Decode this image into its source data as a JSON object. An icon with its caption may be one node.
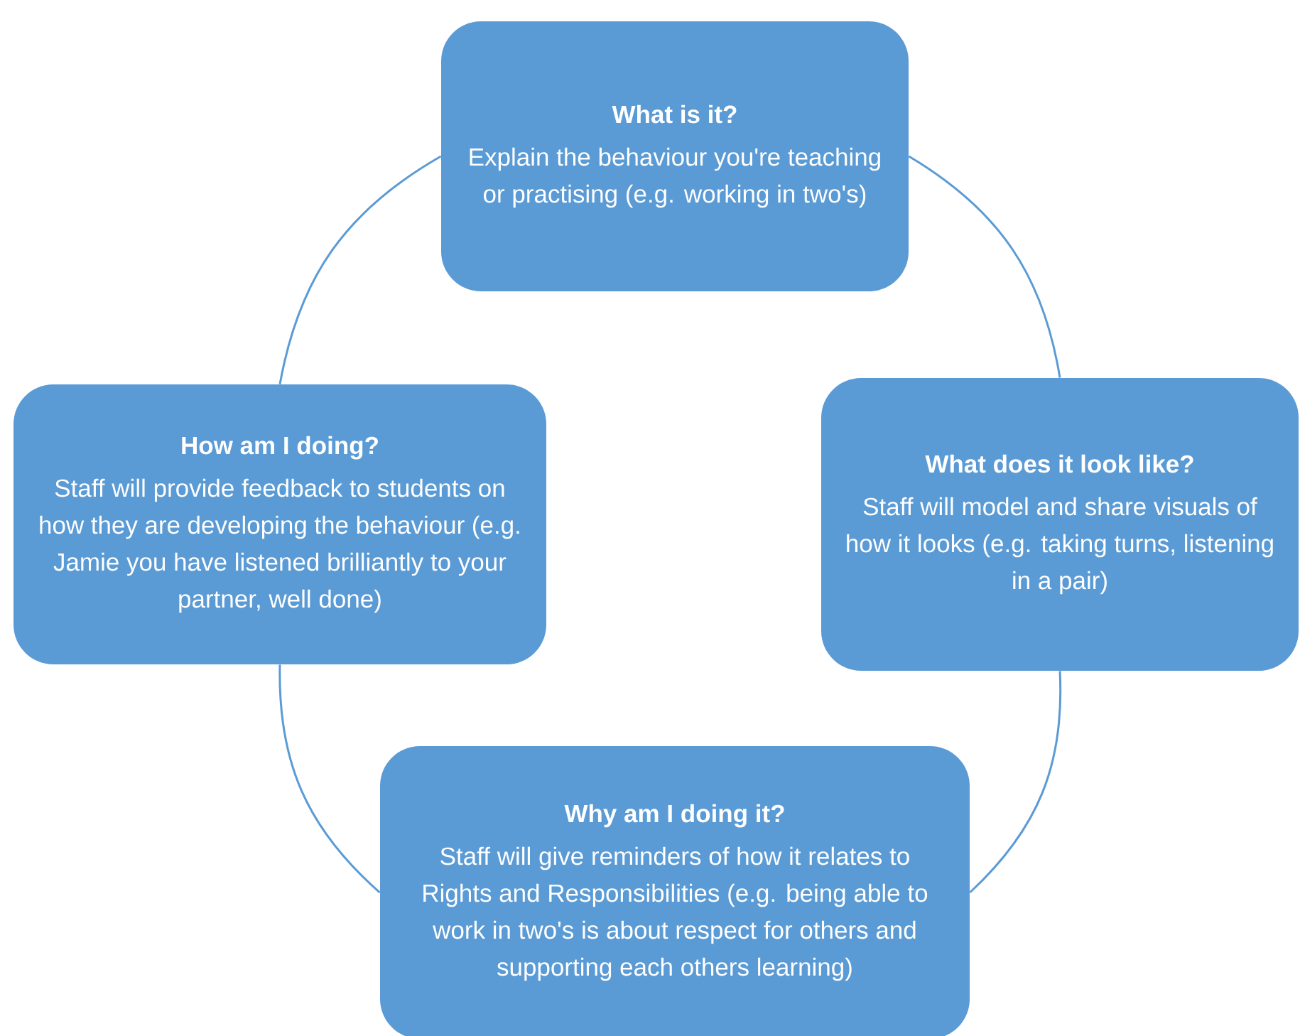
{
  "diagram": {
    "nodes": [
      {
        "text": [
          "What is it?",
          "Explain the behaviour you're teaching or practising (e.g. working in two's)"
        ]
      },
      {
        "text": [
          "What does it look like?",
          "Staff will model and share visuals of how it looks (e.g. taking turns, listening in a pair)"
        ]
      },
      {
        "text": [
          "Why am I doing it?",
          "Staff will give reminders of how it relates to Rights and Responsibilities (e.g. being able to work in two's is about respect for others and supporting each others learning)"
        ]
      },
      {
        "text": [
          "How am I doing?",
          "Staff will provide feedback to students on how they are developing the behaviour (e.g. Jamie you have listened brilliantly to your partner, well done)"
        ]
      }
    ],
    "edges": [
      {
        "from": 0,
        "to": 1,
        "arrow": "none"
      },
      {
        "from": 1,
        "to": 2,
        "arrow": "none"
      },
      {
        "from": 2,
        "to": 3,
        "arrow": "none"
      },
      {
        "from": 3,
        "to": 0,
        "arrow": "none"
      }
    ]
  }
}
